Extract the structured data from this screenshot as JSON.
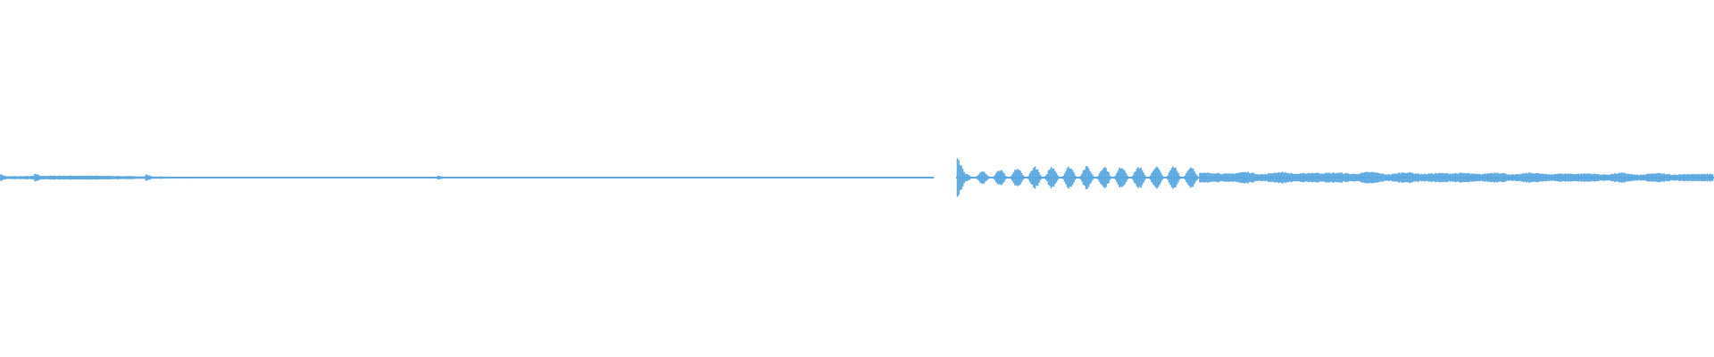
{
  "waveform": {
    "wave_color": "#5aa8df",
    "background_color": "#ffffff",
    "icon": "audio-waveform-icon",
    "segments": [
      {
        "kind": "quiet-hum",
        "start": 0.0,
        "end": 0.545,
        "level": 0.08,
        "bumps": [
          0.0,
          0.02,
          0.085,
          0.255
        ]
      },
      {
        "kind": "gap",
        "start": 0.545,
        "end": 0.558,
        "level": 0.0
      },
      {
        "kind": "pulsed-tone",
        "start": 0.558,
        "end": 0.7,
        "level": 0.6,
        "pulses": 14
      },
      {
        "kind": "dense-tone",
        "start": 0.7,
        "end": 1.0,
        "level": 0.35
      }
    ]
  }
}
